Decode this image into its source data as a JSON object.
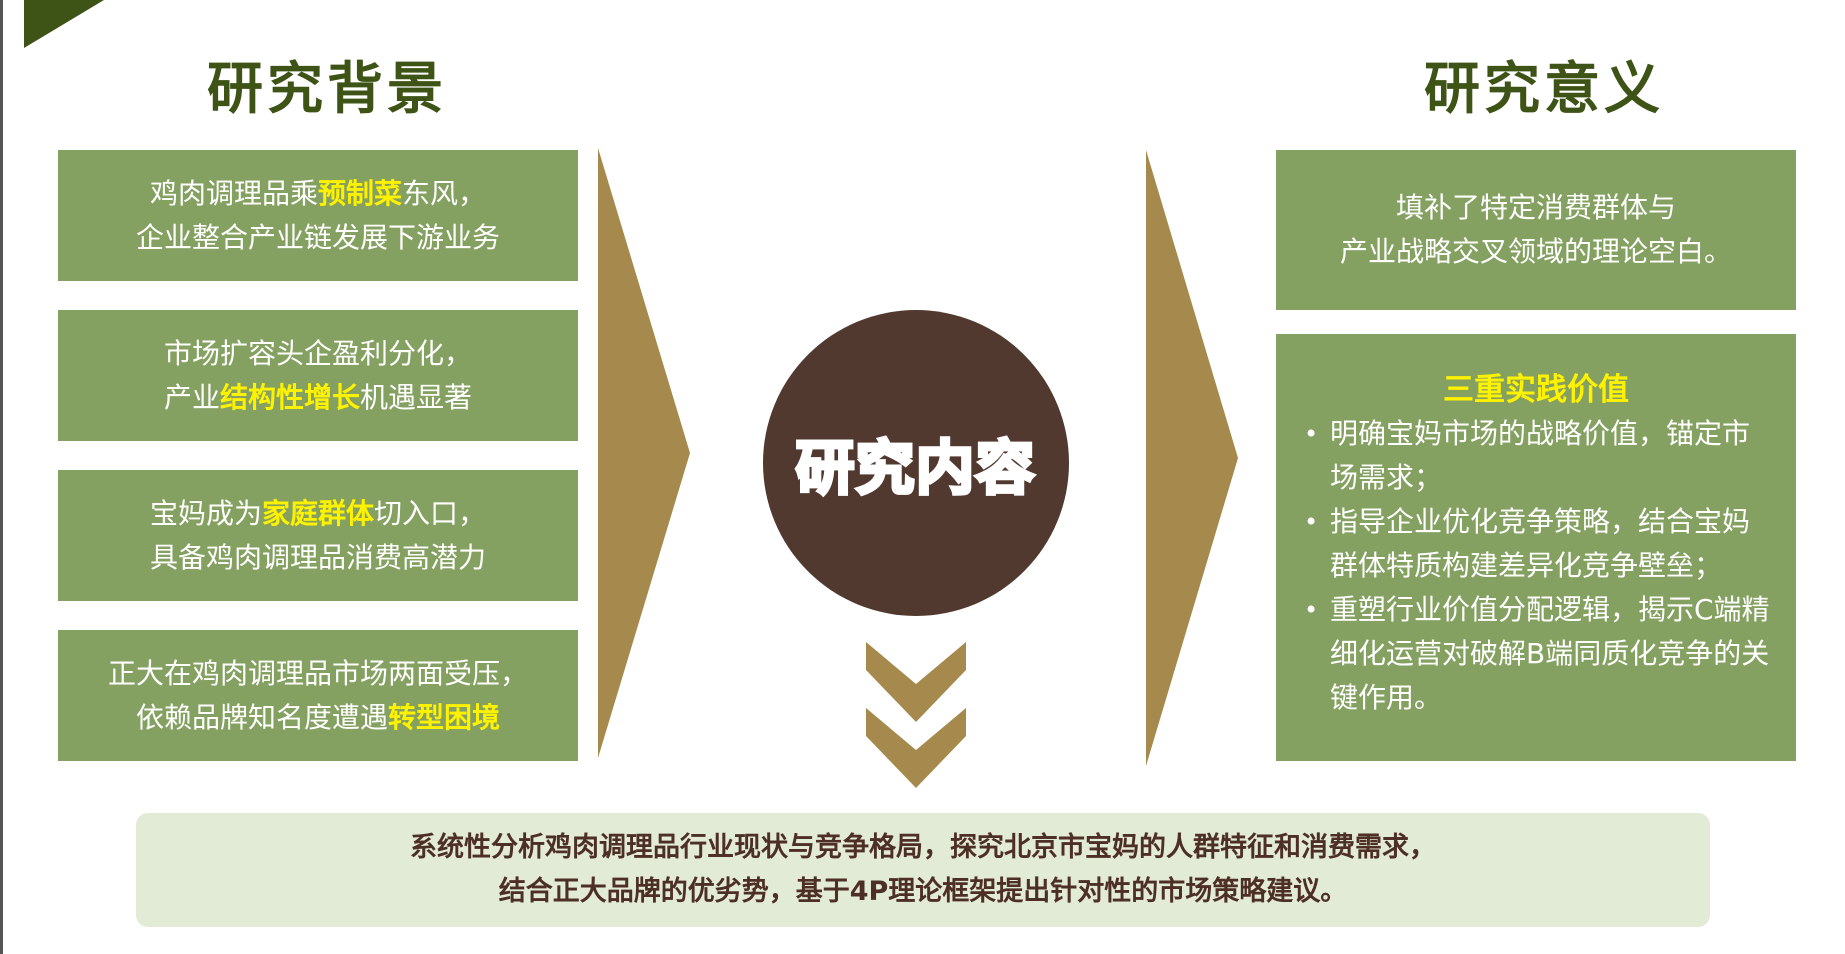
{
  "left_heading": "研究背景",
  "right_heading": "研究意义",
  "center_label": "研究内容",
  "background_items": [
    {
      "line1": [
        {
          "t": "鸡肉调理品乘"
        },
        {
          "t": "预制菜",
          "hl": true
        },
        {
          "t": "东风，"
        }
      ],
      "line2": [
        {
          "t": "企业整合产业链发展下游业务"
        }
      ]
    },
    {
      "line1": [
        {
          "t": "市场扩容头企盈利分化，"
        }
      ],
      "line2": [
        {
          "t": "产业"
        },
        {
          "t": "结构性增长",
          "hl": true
        },
        {
          "t": "机遇显著"
        }
      ]
    },
    {
      "line1": [
        {
          "t": "宝妈成为"
        },
        {
          "t": "家庭群体",
          "hl": true
        },
        {
          "t": "切入口，"
        }
      ],
      "line2": [
        {
          "t": "具备鸡肉调理品消费高潜力"
        }
      ]
    },
    {
      "line1": [
        {
          "t": "正大在鸡肉调理品市场两面受压，"
        }
      ],
      "line2": [
        {
          "t": "依赖品牌知名度遭遇"
        },
        {
          "t": "转型困境",
          "hl": true
        }
      ]
    }
  ],
  "significance": {
    "line1": "填补了特定消费群体与",
    "line2": "产业战略交叉领域的理论空白。"
  },
  "practice": {
    "title": "三重实践价值",
    "items": [
      "明确宝妈市场的战略价值，锚定市场需求；",
      "指导企业优化竞争策略，结合宝妈群体特质构建差异化竞争壁垒；",
      "重塑行业价值分配逻辑，揭示C端精细化运营对破解B端同质化竞争的关键作用。"
    ]
  },
  "summary": {
    "line1": "系统性分析鸡肉调理品行业现状与竞争格局，探究北京市宝妈的人群特征和消费需求，",
    "line2": "结合正大品牌的优劣势，基于4P理论框架提出针对性的市场策略建议。"
  },
  "colors": {
    "heading": "#3e5316",
    "box_green": "#85a162",
    "highlight": "#fff200",
    "arrow_gold": "#a68a4d",
    "circle_brown": "#523930",
    "summary_bg": "#e1ebd5",
    "summary_text": "#4e2f25"
  }
}
